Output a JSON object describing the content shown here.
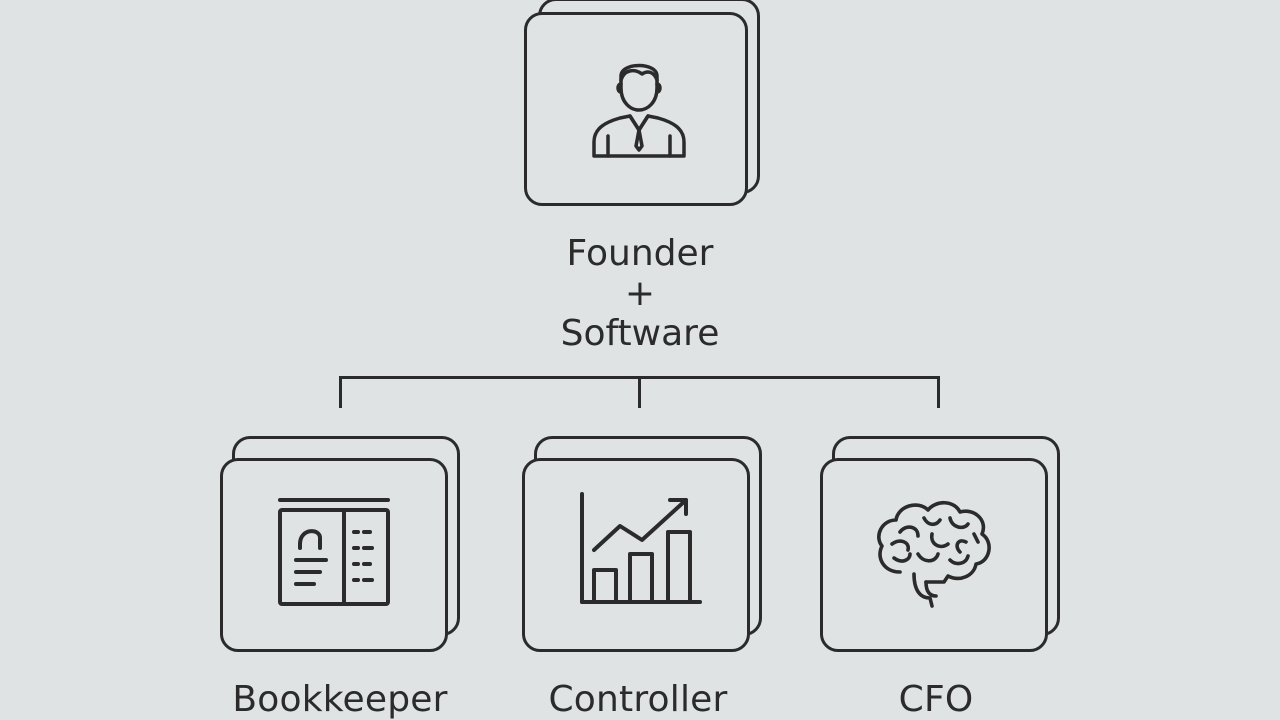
{
  "diagram": {
    "root": {
      "title": "Founder",
      "plus": "+",
      "subtitle": "Software",
      "icon": "person-icon"
    },
    "children": [
      {
        "label": "Bookkeeper",
        "icon": "ledger-icon"
      },
      {
        "label": "Controller",
        "icon": "bar-chart-trend-icon"
      },
      {
        "label": "CFO",
        "icon": "brain-icon"
      }
    ],
    "colors": {
      "background": "#dfe3e3",
      "stroke": "#2b2b2b"
    }
  }
}
